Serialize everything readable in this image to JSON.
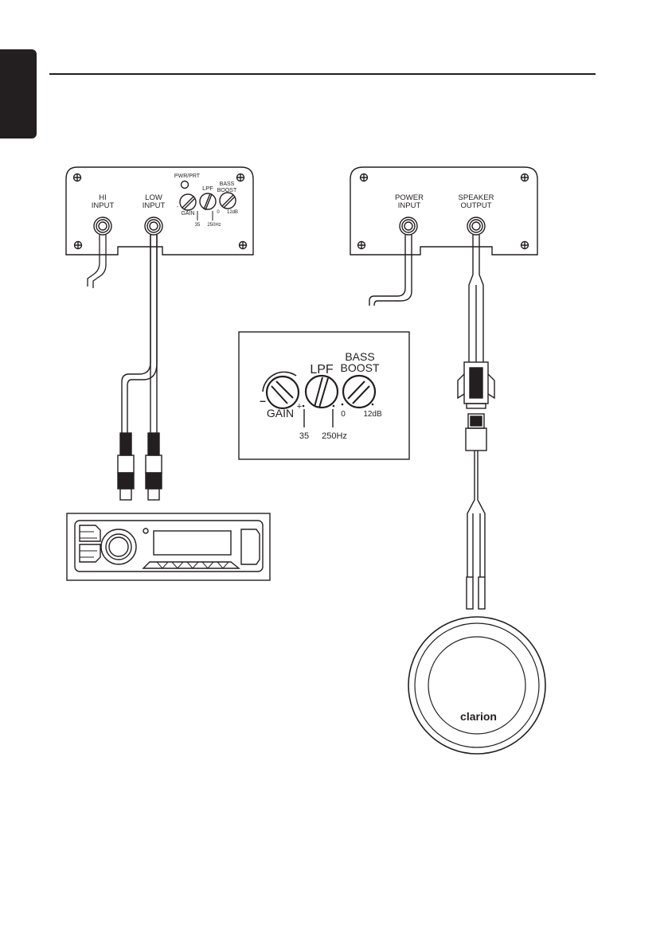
{
  "left_panel": {
    "hi_input": [
      "HI",
      "INPUT"
    ],
    "low_input": [
      "LOW",
      "INPUT"
    ],
    "pwr_prt": "PWR/PRT",
    "lpf": "LPF",
    "bass_boost": [
      "BASS",
      "BOOST"
    ],
    "gain_minus": "-",
    "gain": "GAIN",
    "lpf_min": "35",
    "lpf_max": "250Hz",
    "bass_min": "0",
    "bass_max": "12dB"
  },
  "right_panel": {
    "power_input": [
      "POWER",
      "INPUT"
    ],
    "speaker_output": [
      "SPEAKER",
      "OUTPUT"
    ]
  },
  "zoom_panel": {
    "gain_minus": "–",
    "gain": "GAIN",
    "gain_plus": "+",
    "lpf": "LPF",
    "bass_boost": [
      "BASS",
      "BOOST"
    ],
    "lpf_min": "35",
    "lpf_max": "250Hz",
    "bass_min": "0",
    "bass_max": "12dB"
  },
  "speaker": {
    "brand": "clarion"
  }
}
